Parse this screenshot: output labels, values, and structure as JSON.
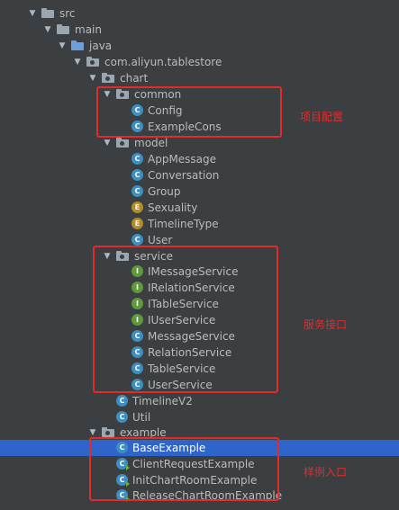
{
  "tree": [
    {
      "label": "src",
      "kind": "folder",
      "expanded": true
    },
    {
      "label": "main",
      "kind": "folder",
      "expanded": true
    },
    {
      "label": "java",
      "kind": "source-folder",
      "expanded": true
    },
    {
      "label": "com.aliyun.tablestore",
      "kind": "package",
      "expanded": true
    },
    {
      "label": "chart",
      "kind": "package",
      "expanded": true
    },
    {
      "label": "common",
      "kind": "package",
      "expanded": true
    },
    {
      "label": "Config",
      "kind": "class"
    },
    {
      "label": "ExampleCons",
      "kind": "class"
    },
    {
      "label": "model",
      "kind": "package",
      "expanded": true
    },
    {
      "label": "AppMessage",
      "kind": "class"
    },
    {
      "label": "Conversation",
      "kind": "class"
    },
    {
      "label": "Group",
      "kind": "class"
    },
    {
      "label": "Sexuality",
      "kind": "enum"
    },
    {
      "label": "TimelineType",
      "kind": "enum"
    },
    {
      "label": "User",
      "kind": "class"
    },
    {
      "label": "service",
      "kind": "package",
      "expanded": true
    },
    {
      "label": "IMessageService",
      "kind": "interface"
    },
    {
      "label": "IRelationService",
      "kind": "interface"
    },
    {
      "label": "ITableService",
      "kind": "interface"
    },
    {
      "label": "IUserService",
      "kind": "interface"
    },
    {
      "label": "MessageService",
      "kind": "class"
    },
    {
      "label": "RelationService",
      "kind": "class"
    },
    {
      "label": "TableService",
      "kind": "class"
    },
    {
      "label": "UserService",
      "kind": "class"
    },
    {
      "label": "TimelineV2",
      "kind": "class"
    },
    {
      "label": "Util",
      "kind": "class"
    },
    {
      "label": "example",
      "kind": "package",
      "expanded": true
    },
    {
      "label": "BaseExample",
      "kind": "class",
      "selected": true
    },
    {
      "label": "ClientRequestExample",
      "kind": "runnable-class"
    },
    {
      "label": "InitChartRoomExample",
      "kind": "runnable-class"
    },
    {
      "label": "ReleaseChartRoomExample",
      "kind": "runnable-class"
    }
  ],
  "annotations": {
    "common_note": "项目配置",
    "service_note": "服务接口",
    "example_note": "样例入口"
  },
  "colors": {
    "background": "#3c3f41",
    "selection": "#2f65ca",
    "annotation": "#e32b2b"
  }
}
